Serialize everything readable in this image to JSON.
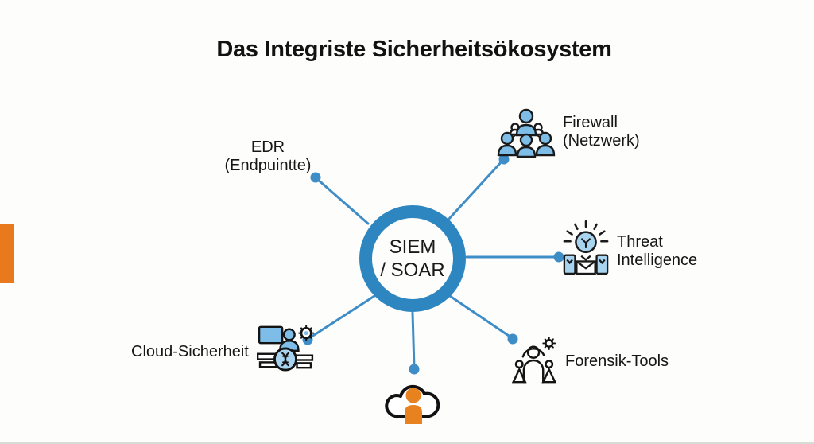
{
  "page": {
    "title": "Das Integriste Sicherheitsökosystem"
  },
  "colors": {
    "ring_blue": "#2e86c1",
    "line_blue": "#3e8dc7",
    "icon_blue": "#7dbde8",
    "icon_blue_light": "#a8d4f0",
    "accent_orange": "#e8791d",
    "text": "#161616",
    "background": "#fdfdfc"
  },
  "hub": {
    "line1": "SIEM",
    "line2": "/ SOAR"
  },
  "nodes": {
    "edr": {
      "line1": "EDR",
      "line2": "(Endpuintte)"
    },
    "firewall": {
      "line1": "Firewall",
      "line2": "(Netzwerk)",
      "icon": "team-network-icon"
    },
    "threat": {
      "line1": "Threat",
      "line2": "Intelligence",
      "icon": "intelligence-bulb-icon"
    },
    "forensik": {
      "label": "Forensik-Tools",
      "icon": "forensics-analyst-icon"
    },
    "cloud_security": {
      "label": "Cloud-Sicherheit",
      "icon": "cloud-monitoring-icon"
    },
    "cloud_user": {
      "icon": "cloud-user-icon"
    }
  }
}
